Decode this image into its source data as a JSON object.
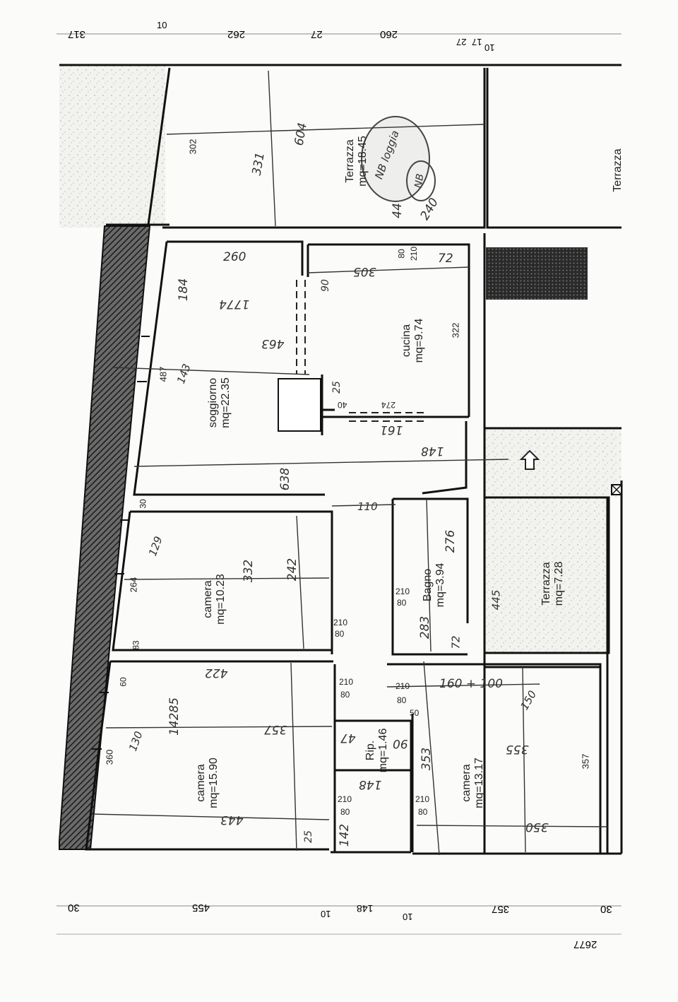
{
  "dimensions_top": [
    "317",
    "262",
    "27",
    "260",
    "10",
    "17",
    "27",
    "10"
  ],
  "dimensions_bottom": [
    "30",
    "455",
    "10",
    "148",
    "10",
    "357",
    "30"
  ],
  "overall_width": "2677",
  "rooms": [
    {
      "name": "Terrazza",
      "area": "mq=18.45",
      "side_dim": "302"
    },
    {
      "name": "Terrazza",
      "area": "",
      "side_dim": ""
    },
    {
      "name": "cucina",
      "area": "mq=9.74",
      "side_dim": "322"
    },
    {
      "name": "soggiorno",
      "area": "mq=22.35",
      "side_dim": "487"
    },
    {
      "name": "camera",
      "area": "mq=10.23",
      "side_dim": "264"
    },
    {
      "name": "Bagno",
      "area": "mq=3.94",
      "side_dim": ""
    },
    {
      "name": "Terrazza",
      "area": "mq=7.28",
      "side_dim": ""
    },
    {
      "name": "camera",
      "area": "mq=15.90",
      "side_dim": "360"
    },
    {
      "name": "Rip.",
      "area": "mq=1.46",
      "side_dim": ""
    },
    {
      "name": "camera",
      "area": "mq=13.17",
      "side_dim": "357"
    }
  ],
  "printed_labels": {
    "w30": "30",
    "w83": "83",
    "w60": "60",
    "d80a": "80",
    "d210a": "210",
    "d40": "40",
    "d274": "274",
    "d80b": "80",
    "d210b": "210",
    "d80c": "80",
    "d210c": "210",
    "d80d": "80",
    "d210d": "210",
    "d80e": "80",
    "d210e": "210",
    "d50": "50",
    "d80f": "80",
    "d210f": "210",
    "d80g": "80",
    "d210g": "210"
  },
  "handwritten": {
    "h604": "604",
    "h331": "331",
    "nb1": "NB loggia",
    "nb2": "NB",
    "h44": "44",
    "h240": "240",
    "h260": "260",
    "h305": "305",
    "h72": "72",
    "h184": "184",
    "h1774": "1774",
    "h90": "90",
    "h463": "463",
    "h143": "143",
    "h25": "25",
    "h161": "161",
    "h148a": "148",
    "h638": "638",
    "h110": "110",
    "h242": "242",
    "h332": "332",
    "h129": "129",
    "h276": "276",
    "h283": "283",
    "h72b": "72",
    "h445": "445",
    "h422": "422",
    "h1438": "14285",
    "h357b": "357",
    "h130": "130",
    "h443": "443",
    "h25b": "25",
    "h472": "47",
    "h90b": "90",
    "h148b": "148",
    "h142": "142",
    "h160": "160 + 100",
    "h150": "150",
    "h355": "355",
    "h353": "353",
    "h350": "350"
  }
}
